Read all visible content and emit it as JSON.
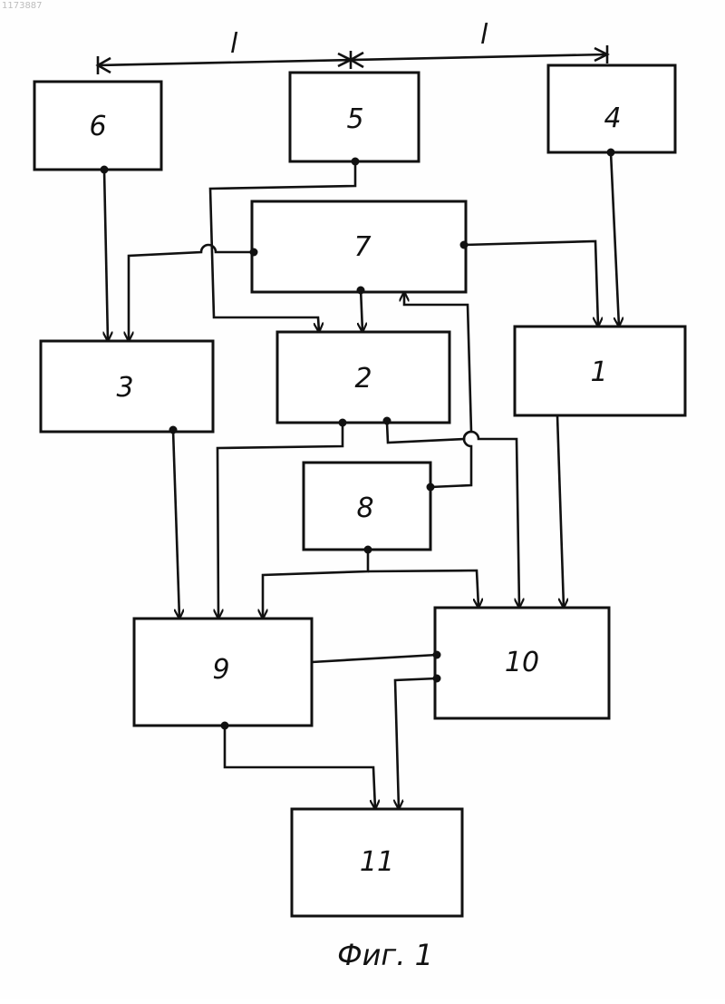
{
  "document_id": "1173887",
  "figure": {
    "caption": "Фиг. 1",
    "spacing_labels": [
      "l",
      "l"
    ],
    "blocks": {
      "b1": "1",
      "b2": "2",
      "b3": "3",
      "b4": "4",
      "b5": "5",
      "b6": "6",
      "b7": "7",
      "b8": "8",
      "b9": "9",
      "b10": "10",
      "b11": "11"
    }
  }
}
